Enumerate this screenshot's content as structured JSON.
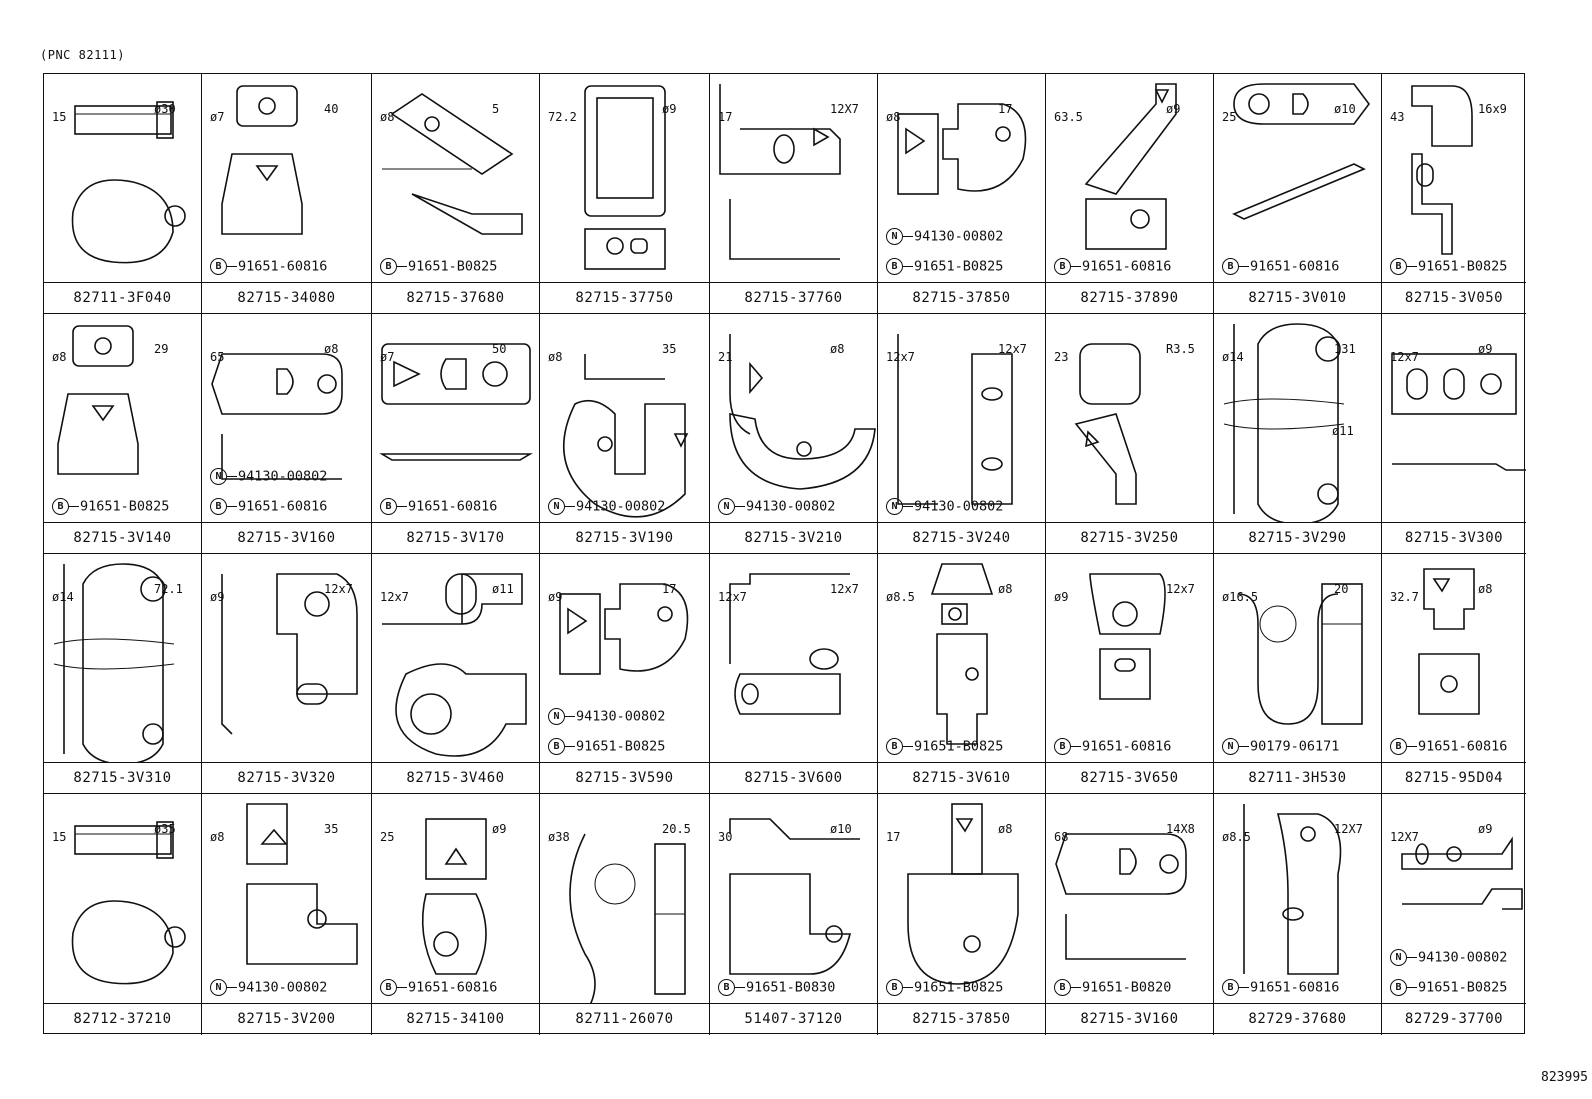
{
  "header": "(PNC 82111)",
  "footer_code": "823995",
  "cells": [
    {
      "part": "82711-3F040",
      "art": "clamp",
      "dims": [
        "15",
        "ø30"
      ],
      "callouts": []
    },
    {
      "part": "82715-34080",
      "art": "hook",
      "dims": [
        "ø7",
        "40"
      ],
      "callouts": [
        {
          "mark": "B",
          "num": "91651-60816"
        }
      ]
    },
    {
      "part": "82715-37680",
      "art": "diag",
      "dims": [
        "ø8",
        "5"
      ],
      "callouts": [
        {
          "mark": "B",
          "num": "91651-B0825"
        }
      ]
    },
    {
      "part": "82715-37750",
      "art": "tall",
      "dims": [
        "72.2",
        "ø9"
      ],
      "callouts": []
    },
    {
      "part": "82715-37760",
      "art": "bentplate",
      "dims": [
        "17",
        "12X7"
      ],
      "callouts": []
    },
    {
      "part": "82715-37850",
      "art": "tab",
      "dims": [
        "ø8",
        "17"
      ],
      "callouts": [
        {
          "mark": "N",
          "num": "94130-00802"
        },
        {
          "mark": "B",
          "num": "91651-B0825"
        }
      ]
    },
    {
      "part": "82715-37890",
      "art": "angle",
      "dims": [
        "63.5",
        "ø9"
      ],
      "callouts": [
        {
          "mark": "B",
          "num": "91651-60816"
        }
      ]
    },
    {
      "part": "82715-3V010",
      "art": "long",
      "dims": [
        "25",
        "ø10"
      ],
      "callouts": [
        {
          "mark": "B",
          "num": "91651-60816"
        }
      ]
    },
    {
      "part": "82715-3V050",
      "art": "lbracket",
      "dims": [
        "43",
        "16x9"
      ],
      "callouts": [
        {
          "mark": "B",
          "num": "91651-B0825"
        }
      ]
    },
    {
      "part": "82715-3V140",
      "art": "hook",
      "dims": [
        "ø8",
        "29"
      ],
      "callouts": [
        {
          "mark": "B",
          "num": "91651-B0825"
        }
      ]
    },
    {
      "part": "82715-3V160",
      "art": "flat",
      "dims": [
        "65",
        "ø8"
      ],
      "callouts": [
        {
          "mark": "N",
          "num": "94130-00802"
        },
        {
          "mark": "B",
          "num": "91651-60816"
        }
      ]
    },
    {
      "part": "82715-3V170",
      "art": "flat3",
      "dims": [
        "ø7",
        "50"
      ],
      "callouts": [
        {
          "mark": "B",
          "num": "91651-60816"
        }
      ]
    },
    {
      "part": "82715-3V190",
      "art": "curl",
      "dims": [
        "ø8",
        "35"
      ],
      "callouts": [
        {
          "mark": "N",
          "num": "94130-00802"
        }
      ]
    },
    {
      "part": "82715-3V210",
      "art": "curl2",
      "dims": [
        "21",
        "ø8"
      ],
      "callouts": [
        {
          "mark": "N",
          "num": "94130-00802"
        }
      ]
    },
    {
      "part": "82715-3V240",
      "art": "upright",
      "dims": [
        "12x7",
        "12x7"
      ],
      "callouts": [
        {
          "mark": "N",
          "num": "94130-00802"
        }
      ]
    },
    {
      "part": "82715-3V250",
      "art": "angle2",
      "dims": [
        "23",
        "R3.5"
      ],
      "callouts": []
    },
    {
      "part": "82715-3V290",
      "art": "longv",
      "dims": [
        "ø14",
        "131",
        "ø11"
      ],
      "callouts": []
    },
    {
      "part": "82715-3V300",
      "art": "plate2",
      "dims": [
        "12x7",
        "ø9"
      ],
      "callouts": []
    },
    {
      "part": "82715-3V310",
      "art": "longv",
      "dims": [
        "ø14",
        "72.1"
      ],
      "callouts": []
    },
    {
      "part": "82715-3V320",
      "art": "zplate",
      "dims": [
        "ø9",
        "12x7"
      ],
      "callouts": []
    },
    {
      "part": "82715-3V460",
      "art": "ring",
      "dims": [
        "12x7",
        "ø11"
      ],
      "callouts": []
    },
    {
      "part": "82715-3V590",
      "art": "tab",
      "dims": [
        "ø9",
        "17"
      ],
      "callouts": [
        {
          "mark": "N",
          "num": "94130-00802"
        },
        {
          "mark": "B",
          "num": "91651-B0825"
        }
      ]
    },
    {
      "part": "82715-3V600",
      "art": "bentplate2",
      "dims": [
        "12x7",
        "12x7"
      ],
      "callouts": []
    },
    {
      "part": "82715-3V610",
      "art": "clip",
      "dims": [
        "ø8.5",
        "ø8"
      ],
      "callouts": [
        {
          "mark": "B",
          "num": "91651-B0825"
        }
      ]
    },
    {
      "part": "82715-3V650",
      "art": "hook2",
      "dims": [
        "ø9",
        "12x7"
      ],
      "callouts": [
        {
          "mark": "B",
          "num": "91651-60816"
        }
      ]
    },
    {
      "part": "82711-3H530",
      "art": "strap",
      "dims": [
        "ø16.5",
        "20"
      ],
      "callouts": [
        {
          "mark": "N",
          "num": "90179-06171"
        }
      ]
    },
    {
      "part": "82715-95D04",
      "art": "hook3",
      "dims": [
        "32.7",
        "ø8"
      ],
      "callouts": [
        {
          "mark": "B",
          "num": "91651-60816"
        }
      ]
    },
    {
      "part": "82712-37210",
      "art": "clamp",
      "dims": [
        "15",
        "ø35"
      ],
      "callouts": []
    },
    {
      "part": "82715-3V200",
      "art": "wide",
      "dims": [
        "ø8",
        "35"
      ],
      "callouts": [
        {
          "mark": "N",
          "num": "94130-00802"
        }
      ]
    },
    {
      "part": "82715-34100",
      "art": "hook4",
      "dims": [
        "25",
        "ø9"
      ],
      "callouts": [
        {
          "mark": "B",
          "num": "91651-60816"
        }
      ]
    },
    {
      "part": "82711-26070",
      "art": "strap2",
      "dims": [
        "ø38",
        "20.5"
      ],
      "callouts": []
    },
    {
      "part": "51407-37120",
      "art": "bentplate3",
      "dims": [
        "30",
        "ø10"
      ],
      "callouts": [
        {
          "mark": "B",
          "num": "91651-B0830"
        }
      ]
    },
    {
      "part": "82715-37850",
      "art": "tabcurl",
      "dims": [
        "17",
        "ø8"
      ],
      "callouts": [
        {
          "mark": "B",
          "num": "91651-B0825"
        }
      ]
    },
    {
      "part": "82715-3V160",
      "art": "flat",
      "dims": [
        "68",
        "14X8"
      ],
      "callouts": [
        {
          "mark": "B",
          "num": "91651-B0820"
        }
      ]
    },
    {
      "part": "82729-37680",
      "art": "slim",
      "dims": [
        "ø8.5",
        "12X7"
      ],
      "callouts": [
        {
          "mark": "B",
          "num": "91651-60816"
        }
      ]
    },
    {
      "part": "82729-37700",
      "art": "small",
      "dims": [
        "12X7",
        "ø9"
      ],
      "callouts": [
        {
          "mark": "N",
          "num": "94130-00802"
        },
        {
          "mark": "B",
          "num": "91651-B0825"
        }
      ]
    }
  ]
}
